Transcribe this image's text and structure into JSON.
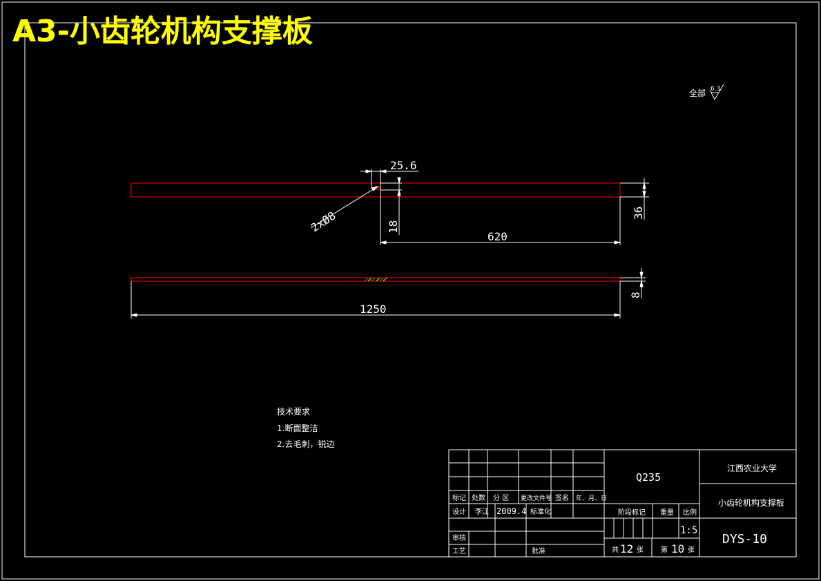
{
  "title": "A3-小齿轮机构支撑板",
  "roughness": {
    "label": "全部",
    "value": "6.3"
  },
  "dimensions": {
    "d_25_6": "25.6",
    "d_hole": "2xØ8",
    "d_18": "18",
    "d_36": "36",
    "d_620": "620",
    "d_8": "8",
    "d_1250": "1250"
  },
  "technical_requirements": {
    "heading": "技术要求",
    "items": [
      "1.断面整洁",
      "2.去毛刺，锐边"
    ]
  },
  "title_block": {
    "material": "Q235",
    "school": "江西农业大学",
    "part_name": "小齿轮机构支撑板",
    "drawing_no": "DYS-10",
    "headers": [
      "标记",
      "处数",
      "分  区",
      "更改文件号",
      "签名",
      "年、月、日"
    ],
    "design_row": [
      "设计",
      "李江",
      "2009.4",
      "标准化"
    ],
    "review": "审核",
    "process": "工艺",
    "approve": "批准",
    "stage_label": "阶段标记",
    "weight_label": "重量",
    "scale_label": "比例",
    "scale": "1:5",
    "total_prefix": "共",
    "total_sheets": "12",
    "total_suffix": "张",
    "sheet_prefix": "第",
    "sheet_no": "10",
    "sheet_suffix": "张"
  }
}
